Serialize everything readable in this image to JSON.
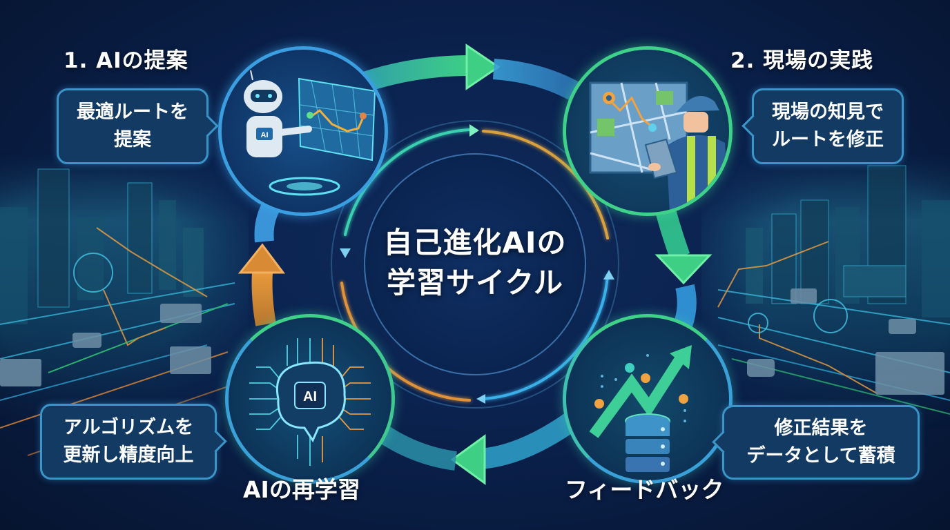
{
  "diagram": {
    "center_title": {
      "line1": "自己進化AIの",
      "line2": "学習サイクル"
    },
    "steps": [
      {
        "id": "ai-proposal",
        "title": "1. AIの提案",
        "bubble": {
          "line1": "最適ルートを",
          "line2": "提案"
        },
        "icon": "robot-map-icon",
        "ring_color": "#3a9ee0"
      },
      {
        "id": "field-practice",
        "title": "2. 現場の実践",
        "bubble": {
          "line1": "現場の知見で",
          "line2": "ルートを修正"
        },
        "icon": "worker-tablet-map-icon",
        "ring_color": "#3fd08a"
      },
      {
        "id": "feedback",
        "title": "フィードバック",
        "bubble": {
          "line1": "修正結果を",
          "line2": "データとして蓄積"
        },
        "icon": "database-growth-icon",
        "ring_color": "#3fb0c8"
      },
      {
        "id": "ai-retraining",
        "title": "AIの再学習",
        "bubble": {
          "line1": "アルゴリズムを",
          "line2": "更新し精度向上"
        },
        "icon": "ai-brain-circuit-icon",
        "ring_color": "#3fc890"
      }
    ],
    "arrows": [
      {
        "from": "ai-proposal",
        "to": "field-practice",
        "direction": "right",
        "color": "#3ecf85"
      },
      {
        "from": "field-practice",
        "to": "feedback",
        "direction": "down",
        "color": "#3ecf85"
      },
      {
        "from": "feedback",
        "to": "ai-retraining",
        "direction": "left",
        "color": "#3ecf85"
      },
      {
        "from": "ai-retraining",
        "to": "ai-proposal",
        "direction": "up",
        "color": "#e89a3a"
      }
    ],
    "colors": {
      "background": "#0b2350",
      "bubble_fill": "#123a63",
      "bubble_border": "#3c95c9",
      "accent_green": "#3ecf85",
      "accent_blue": "#3a9ee0",
      "accent_orange": "#e89a3a"
    },
    "icon_badges": {
      "robot_chest": "AI",
      "brain_chip": "AI"
    }
  }
}
